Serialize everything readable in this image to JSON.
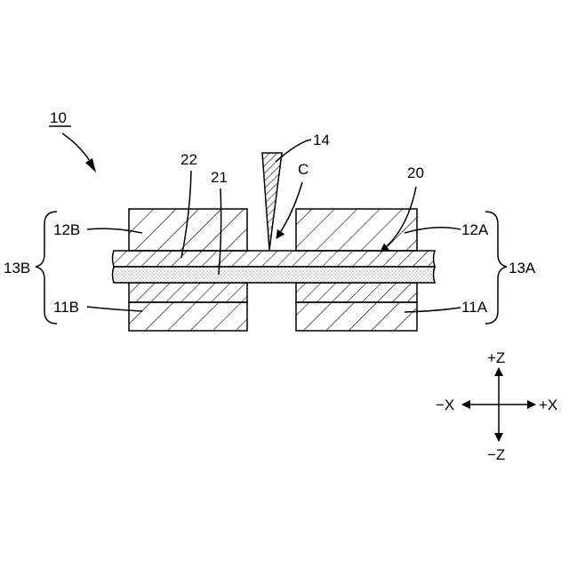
{
  "figure": {
    "ref_main": "10",
    "labels": {
      "blade": "14",
      "cut_point": "C",
      "upper_layer": "22",
      "lower_layer": "21",
      "sheet": "20",
      "upper_right_block": "12A",
      "upper_left_block": "12B",
      "lower_right_block": "11A",
      "lower_left_block": "11B",
      "left_group": "13B",
      "right_group": "13A"
    },
    "axes": {
      "plus_z": "+Z",
      "minus_z": "−Z",
      "plus_x": "+X",
      "minus_x": "−X"
    }
  }
}
